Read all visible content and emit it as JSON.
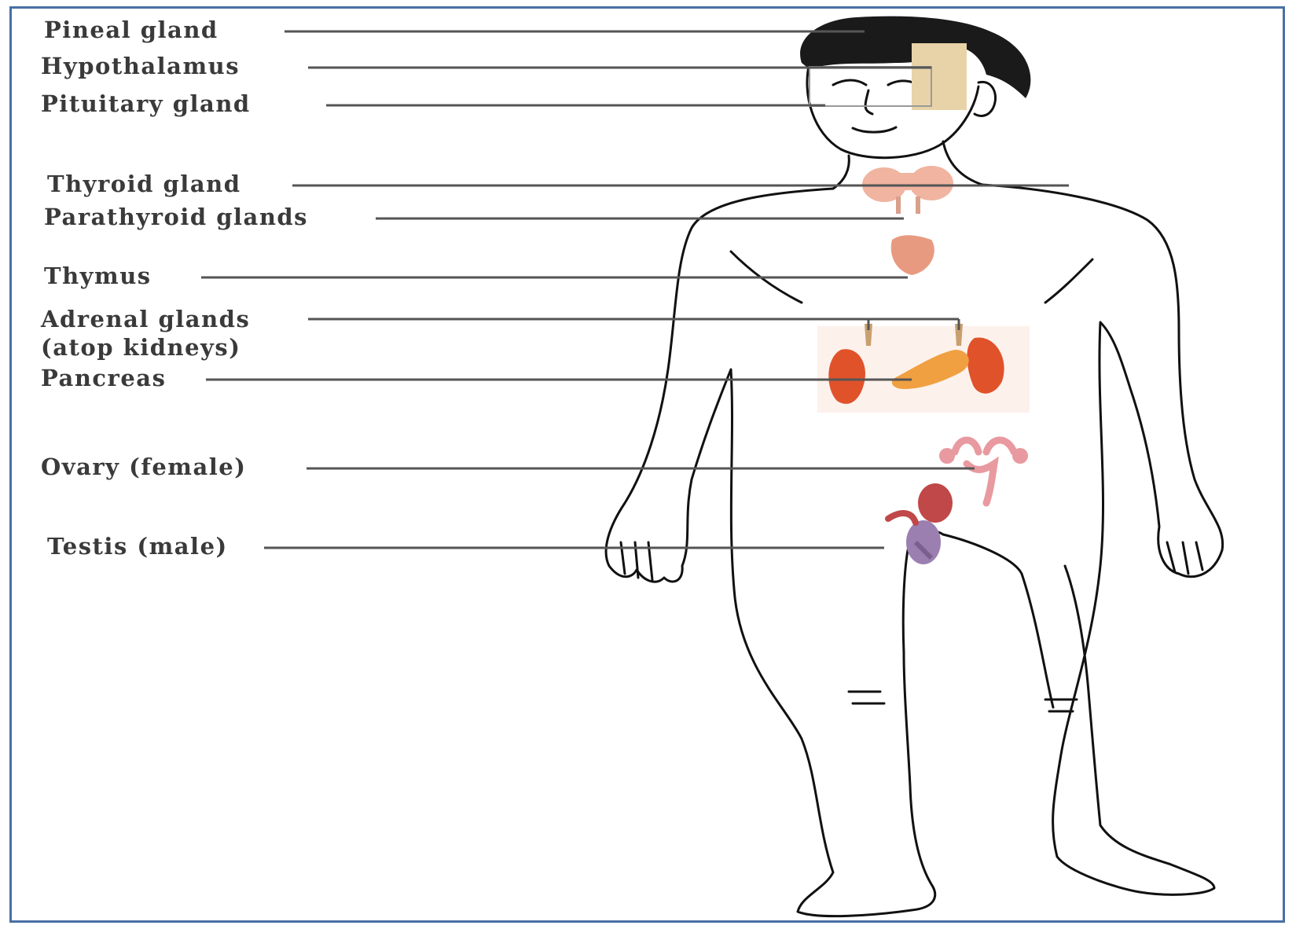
{
  "labels": {
    "pineal": "Pineal gland",
    "hypothalamus": "Hypothalamus",
    "pituitary": "Pituitary gland",
    "thyroid": "Thyroid gland",
    "parathyroid": "Parathyroid glands",
    "thymus": "Thymus",
    "adrenal_line1": "Adrenal glands",
    "adrenal_line2": "(atop kidneys)",
    "pancreas": "Pancreas",
    "ovary": "Ovary (female)",
    "testis": "Testis (male)"
  },
  "colors": {
    "frame": "#4a6fa5",
    "outline": "#111111",
    "leader": "#555555",
    "hair": "#1a1a1a",
    "pineal_patch": "#e8d3a8",
    "thyroid": "#f0b4a0",
    "thymus": "#e89a80",
    "kidney": "#e0522a",
    "pancreas": "#f0a040",
    "ovary": "#e89aa0",
    "testis": "#9a7fb0"
  }
}
